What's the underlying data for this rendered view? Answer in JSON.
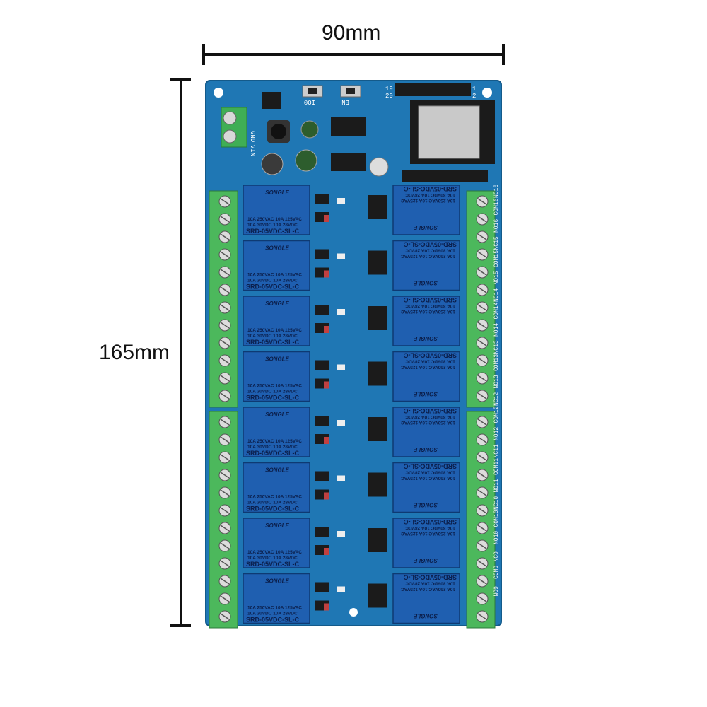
{
  "dimensions": {
    "width_label": "90mm",
    "height_label": "165mm"
  },
  "board": {
    "relay_count": 16,
    "relay": {
      "brand": "SONGLE",
      "rating_line1": "10A 250VAC  10A 125VAC",
      "rating_line2": "10A 30VDC  10A 28VDC",
      "model": "SRD-05VDC-SL-C"
    },
    "terminal_labels_right": [
      "NC16",
      "COM16",
      "NO16",
      "NC15",
      "COM15",
      "NO15",
      "NC14",
      "COM14",
      "NO14",
      "NC13",
      "COM13",
      "NO13",
      "NC12",
      "COM12",
      "NO12",
      "NC11",
      "COM11",
      "NO11",
      "NC10",
      "COM10",
      "NO10",
      "NC9",
      "COM9",
      "NO9"
    ],
    "power_labels": [
      "GND",
      "VIN"
    ],
    "button_labels": [
      "IO0",
      "EN"
    ],
    "header_labels": [
      "19",
      "20",
      "1",
      "2"
    ],
    "colors": {
      "pcb": "#1f77b4",
      "relay": "#1f5fb0",
      "terminal": "#4cb85c",
      "dimension": "#111111"
    }
  }
}
